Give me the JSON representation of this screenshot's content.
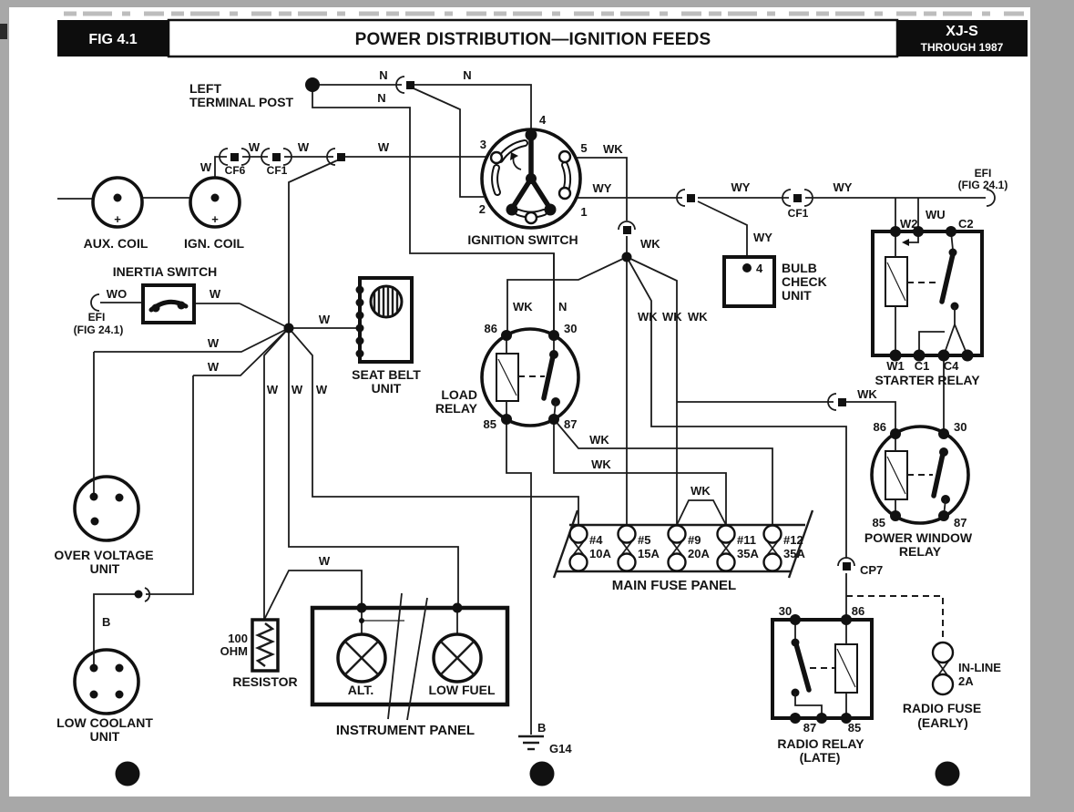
{
  "header": {
    "fig": "FIG 4.1",
    "title": "POWER DISTRIBUTION—IGNITION FEEDS",
    "model": "XJ-S",
    "model_sub": "THROUGH 1987"
  },
  "wire_labels": {
    "w": "W",
    "n": "N",
    "wk": "WK",
    "wy": "WY",
    "wo": "WO",
    "b": "B"
  },
  "connector_labels": {
    "cf6": "CF6",
    "cf1": "CF1",
    "cp7": "CP7"
  },
  "efi": {
    "name": "EFI",
    "fig": "(FIG 24.1)"
  },
  "left_terminal_post": {
    "line1": "LEFT",
    "line2": "TERMINAL POST"
  },
  "aux_coil": {
    "label": "AUX. COIL",
    "plus": "+"
  },
  "ign_coil": {
    "label": "IGN. COIL",
    "plus": "+"
  },
  "ignition_switch": {
    "label": "IGNITION SWITCH",
    "t1": "1",
    "t2": "2",
    "t3": "3",
    "t4": "4",
    "t5": "5"
  },
  "inertia_switch": {
    "label": "INERTIA SWITCH"
  },
  "seat_belt_unit": {
    "line1": "SEAT BELT",
    "line2": "UNIT"
  },
  "load_relay": {
    "line1": "LOAD",
    "line2": "RELAY",
    "t86": "86",
    "t30": "30",
    "t85": "85",
    "t87": "87"
  },
  "bulb_check_unit": {
    "line1": "BULB",
    "line2": "CHECK",
    "line3": "UNIT",
    "t4": "4"
  },
  "starter_relay": {
    "label": "STARTER RELAY",
    "w2": "W2",
    "wu": "WU",
    "c2": "C2",
    "w1": "W1",
    "c1": "C1",
    "c4": "C4"
  },
  "power_window_relay": {
    "line1": "POWER WINDOW",
    "line2": "RELAY",
    "t86": "86",
    "t30": "30",
    "t85": "85",
    "t87": "87"
  },
  "main_fuse_panel": {
    "label": "MAIN FUSE PANEL",
    "fuses": [
      {
        "id": "#4",
        "rating": "10A"
      },
      {
        "id": "#5",
        "rating": "15A"
      },
      {
        "id": "#9",
        "rating": "20A"
      },
      {
        "id": "#11",
        "rating": "35A"
      },
      {
        "id": "#12",
        "rating": "35A"
      }
    ],
    "wk_tap": "WK"
  },
  "over_voltage_unit": {
    "line1": "OVER VOLTAGE",
    "line2": "UNIT"
  },
  "low_coolant_unit": {
    "line1": "LOW COOLANT",
    "line2": "UNIT"
  },
  "resistor": {
    "value_line1": "100",
    "value_line2": "OHM",
    "label": "RESISTOR"
  },
  "instrument_panel": {
    "label": "INSTRUMENT PANEL",
    "lamp1": "ALT.",
    "lamp2": "LOW FUEL"
  },
  "ground": {
    "wire": "B",
    "label": "G14"
  },
  "radio_relay": {
    "line1": "RADIO RELAY",
    "line2": "(LATE)",
    "t30": "30",
    "t86": "86",
    "t87": "87",
    "t85": "85"
  },
  "radio_fuse": {
    "line1": "RADIO FUSE",
    "line2": "(EARLY)",
    "inline_line1": "IN-LINE",
    "inline_line2": "2A"
  },
  "colors": {
    "ink": "#1c1c1c",
    "paper": "#ffffff",
    "margin": "#a8a8a8"
  }
}
